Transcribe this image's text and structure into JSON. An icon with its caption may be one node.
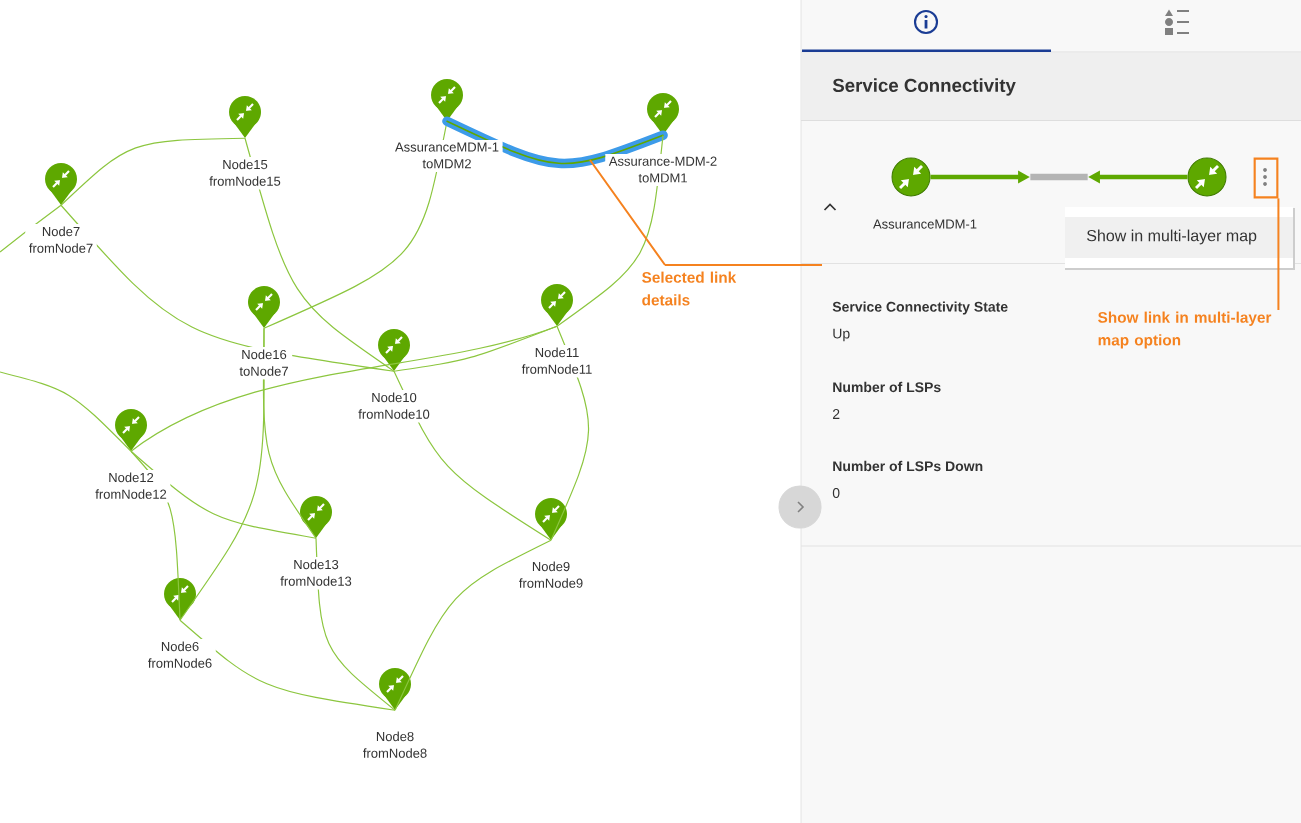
{
  "diagram": {
    "nodes": [
      {
        "text": [
          "Node15",
          "fromNode15"
        ]
      },
      {
        "text": [
          "AssuranceMDM-1",
          "toMDM2"
        ]
      },
      {
        "text": [
          "Assurance-MDM-2",
          "toMDM1"
        ]
      },
      {
        "text": [
          "Node7",
          "fromNode7"
        ]
      },
      {
        "text": [
          "Node16",
          "toNode7"
        ]
      },
      {
        "text": [
          "Node11",
          "fromNode11"
        ]
      },
      {
        "text": [
          "Node10",
          "fromNode10"
        ]
      },
      {
        "text": [
          "Node12",
          "fromNode12"
        ]
      },
      {
        "text": [
          "Node13",
          "fromNode13"
        ]
      },
      {
        "text": [
          "Node9",
          "fromNode9"
        ]
      },
      {
        "text": [
          "Node6",
          "fromNode6"
        ]
      },
      {
        "text": [
          "Node8",
          "fromNode8"
        ]
      },
      {
        "text": [
          "AssuranceMDM-1"
        ]
      },
      {
        "text": [],
        "shape": "bar"
      },
      {
        "text": [],
        "shape": "circle"
      },
      {
        "text": [],
        "shape": "box"
      },
      {
        "text": [
          "Selected link details"
        ]
      },
      {
        "text": [
          "Show link in multi-layer map option"
        ]
      }
    ],
    "edges": [
      {
        "from": 3,
        "to": 0,
        "arrow": "none"
      },
      {
        "from": null,
        "to": 3,
        "arrow": "none"
      },
      {
        "from": 3,
        "to": 6,
        "arrow": "none"
      },
      {
        "from": 0,
        "to": 6,
        "arrow": "none"
      },
      {
        "from": 6,
        "to": 9,
        "arrow": "none"
      },
      {
        "from": 1,
        "to": 4,
        "arrow": "none"
      },
      {
        "from": 1,
        "to": 2,
        "arrow": "none",
        "style": "thick",
        "color": "#3d9be9"
      },
      {
        "from": 2,
        "to": 5,
        "arrow": "none"
      },
      {
        "from": 5,
        "to": 6,
        "arrow": "none"
      },
      {
        "from": 5,
        "to": 7,
        "arrow": "none"
      },
      {
        "from": 5,
        "to": 9,
        "arrow": "none"
      },
      {
        "from": 4,
        "to": 8,
        "arrow": "none"
      },
      {
        "from": 4,
        "to": 10,
        "arrow": "none"
      },
      {
        "from": null,
        "to": 7,
        "arrow": "none"
      },
      {
        "from": 7,
        "to": 8,
        "arrow": "none"
      },
      {
        "from": 7,
        "to": 10,
        "arrow": "none"
      },
      {
        "from": 8,
        "to": 11,
        "arrow": "none"
      },
      {
        "from": 10,
        "to": 11,
        "arrow": "none"
      },
      {
        "from": 9,
        "to": 11,
        "arrow": "none"
      },
      {
        "from": 12,
        "to": 13,
        "arrow": "to",
        "style": "thick"
      },
      {
        "from": 14,
        "to": 13,
        "arrow": "to",
        "style": "thick"
      },
      {
        "from": 16,
        "to": null,
        "arrow": "none",
        "color": "#f5821f"
      },
      {
        "from": 17,
        "to": 15,
        "arrow": "none",
        "color": "#f5821f"
      }
    ],
    "labels": [
      "Service Connectivity",
      "Show in multi-layer map",
      "Service Connectivity State",
      "Up",
      "Number of LSPs",
      "2",
      "Number of LSPs Down",
      "0"
    ]
  }
}
